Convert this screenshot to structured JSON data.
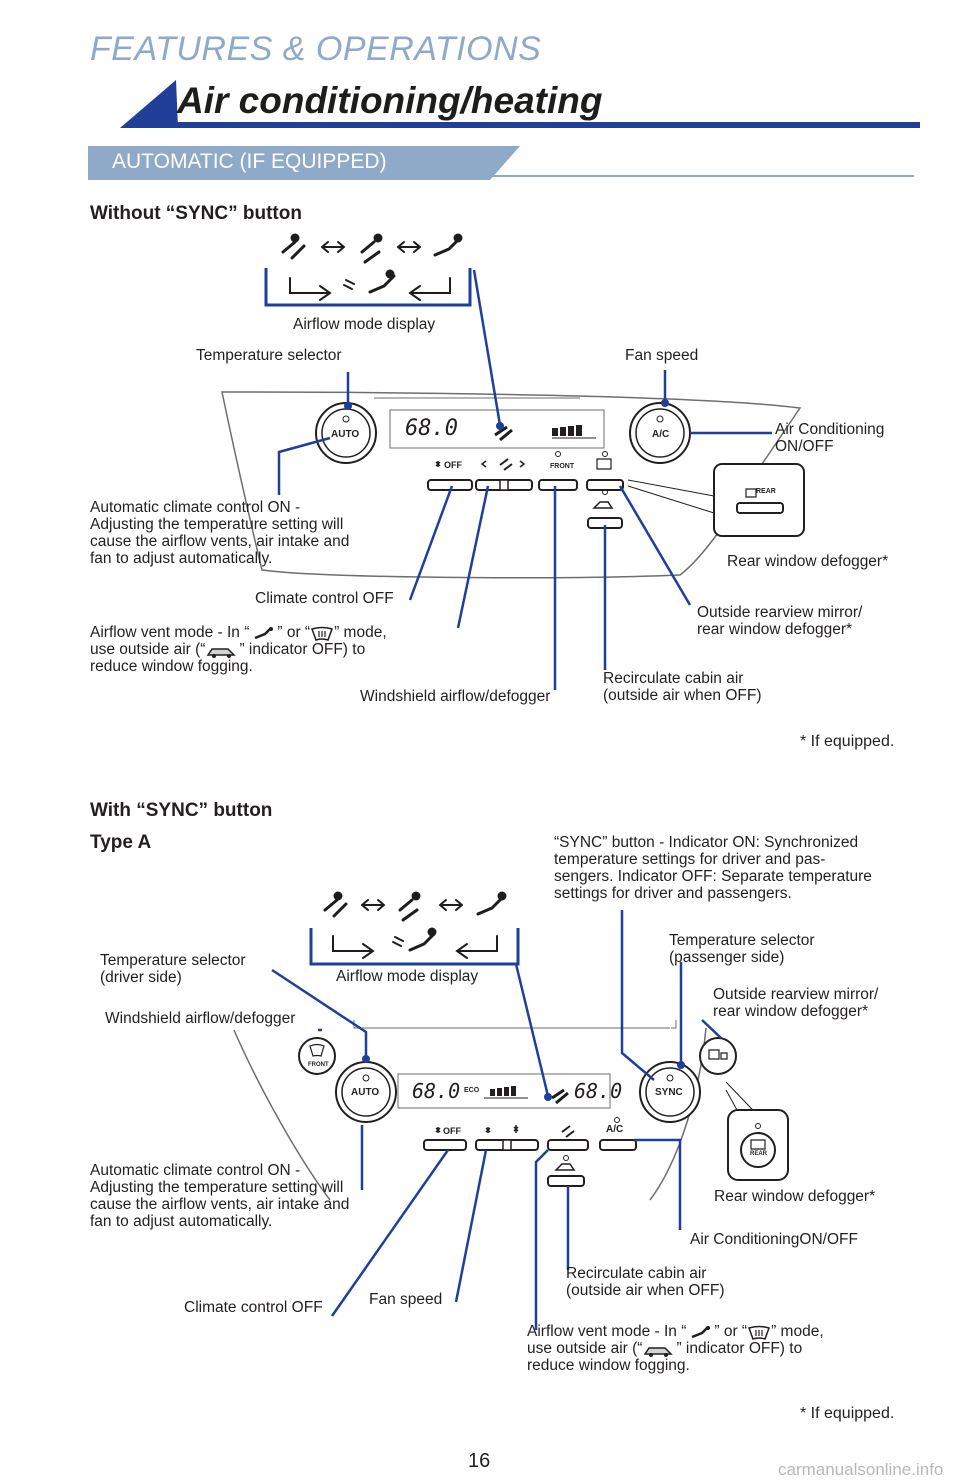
{
  "header": {
    "section": "FEATURES & OPERATIONS",
    "title": "Air conditioning/heating",
    "subsection": "AUTOMATIC (IF EQUIPPED)"
  },
  "diagram1": {
    "heading": "Without “SYNC” button",
    "display_temp": "68.0",
    "panel_buttons": {
      "auto": "AUTO",
      "ac": "A/C",
      "off": "OFF",
      "front": "FRONT",
      "rear": "REAR"
    },
    "labels": {
      "airflow_mode_display": "Airflow mode display",
      "temperature_selector": "Temperature selector",
      "fan_speed": "Fan speed",
      "air_conditioning": "Air Conditioning\nON/OFF",
      "automatic": "Automatic climate control ON -\nAdjusting the temperature setting will\ncause the airflow vents, air intake and\nfan to adjust automatically.",
      "climate_off": "Climate control OFF",
      "rear_defogger": "Rear window defogger*",
      "mirror_defogger": "Outside rearview mirror/\nrear window defogger*",
      "airflow_vent_line1_a": "Airflow vent mode - In “",
      "airflow_vent_line1_b": "” or “",
      "airflow_vent_line1_c": "” mode,",
      "airflow_vent_line2_a": "use outside air (“",
      "airflow_vent_line2_b": "” indicator OFF) to",
      "airflow_vent_line3": "reduce window fogging.",
      "windshield": "Windshield airflow/defogger",
      "recirculate": "Recirculate cabin air\n(outside air when OFF)"
    },
    "footnote": "*  If equipped."
  },
  "diagram2": {
    "heading": "With “SYNC” button",
    "type": "Type A",
    "display_temp_left": "68.0",
    "display_temp_right": "68.0",
    "display_eco": "ECO",
    "panel_buttons": {
      "auto": "AUTO",
      "sync": "SYNC",
      "ac": "A/C",
      "off": "OFF",
      "front": "FRONT",
      "rear": "REAR"
    },
    "labels": {
      "sync_description": "“SYNC” button - Indicator ON: Synchronized\ntemperature settings for driver and pas-\nsengers. Indicator OFF: Separate temperature\nsettings for driver and passengers.",
      "temp_driver": "Temperature selector\n(driver side)",
      "airflow_mode_display": "Airflow mode display",
      "temp_passenger": "Temperature selector\n(passenger side)",
      "windshield": "Windshield airflow/defogger",
      "mirror_defogger": "Outside rearview mirror/\nrear window defogger*",
      "automatic": "Automatic climate control ON -\nAdjusting the temperature setting will\ncause the airflow vents, air intake and\nfan to adjust automatically.",
      "rear_defogger": "Rear window defogger*",
      "air_conditioning": "Air ConditioningON/OFF",
      "recirculate": "Recirculate cabin air\n(outside air when OFF)",
      "climate_off": "Climate control OFF",
      "fan_speed": "Fan speed",
      "airflow_vent_line1_a": "Airflow vent mode - In “",
      "airflow_vent_line1_b": "” or “",
      "airflow_vent_line1_c": "” mode,",
      "airflow_vent_line2_a": "use outside air (“",
      "airflow_vent_line2_b": "” indicator OFF) to",
      "airflow_vent_line3": "reduce window fogging."
    },
    "footnote": "*  If equipped."
  },
  "footer": {
    "page_number": "16",
    "watermark": "carmanualsonline.info"
  },
  "colors": {
    "accent_blue": "#1f3f99",
    "banner_blue": "#8fa9c8",
    "line_blue": "#1f3f99",
    "dark": "#231f20"
  }
}
